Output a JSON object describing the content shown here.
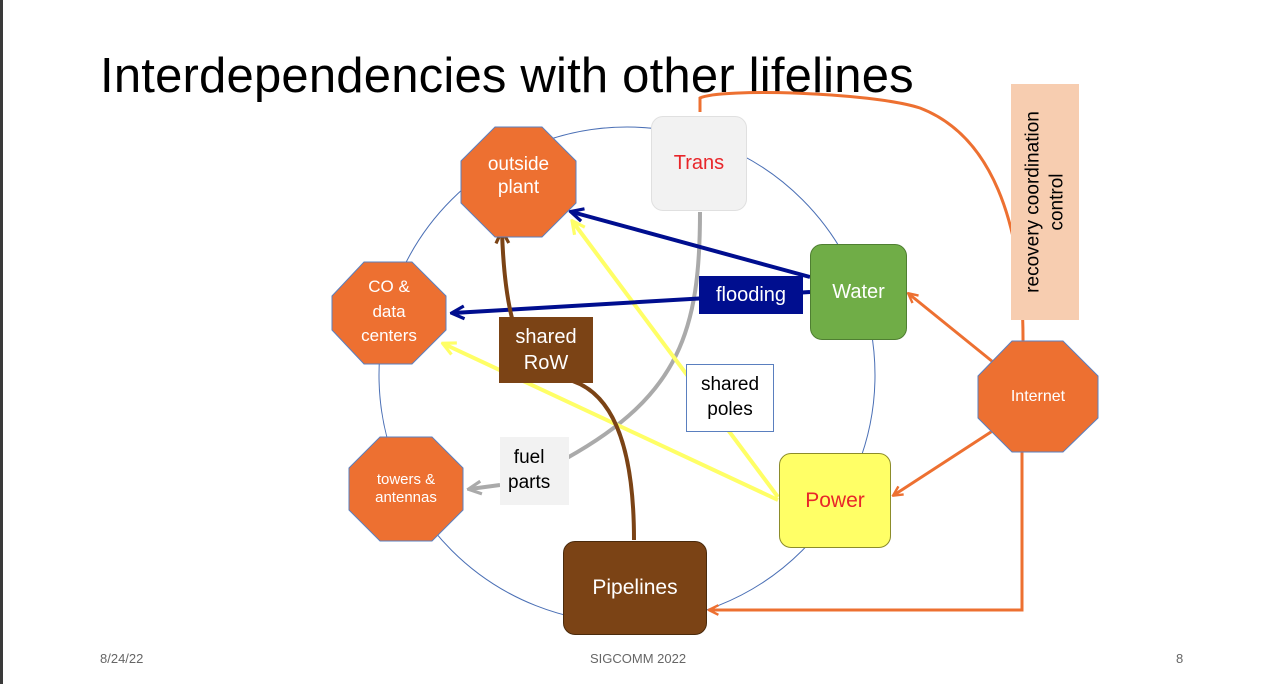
{
  "slide": {
    "title": "Interdependencies with other lifelines",
    "footer": {
      "date": "8/24/22",
      "venue": "SIGCOMM 2022",
      "page": "8"
    }
  },
  "nodes": {
    "outside_plant": "outside\nplant",
    "co_data_centers": "CO &\ndata\ncenters",
    "towers_antennas": "towers &\nantennas",
    "trans": "Trans",
    "water": "Water",
    "power": "Power",
    "pipelines": "Pipelines",
    "internet": "Internet"
  },
  "edge_labels": {
    "flooding": "flooding",
    "shared_row": "shared\nRoW",
    "shared_poles": "shared\npoles",
    "fuel_parts": "fuel\nparts",
    "recovery": "recovery coordination\ncontrol"
  },
  "colors": {
    "telecom_node": "#ed7031",
    "trans_box": "#f2f2f2",
    "trans_text": "#e8262a",
    "water_box": "#70ad47",
    "power_box": "#ffff66",
    "power_text": "#e8262a",
    "pipelines_box": "#7b4315",
    "flooding": "#000e8f",
    "shared_row": "#7b4315",
    "shared_poles": "#ffff66",
    "fuel_parts": "#aaaaaa",
    "internet_links": "#ed7031",
    "ring": "#4a6fb5"
  }
}
